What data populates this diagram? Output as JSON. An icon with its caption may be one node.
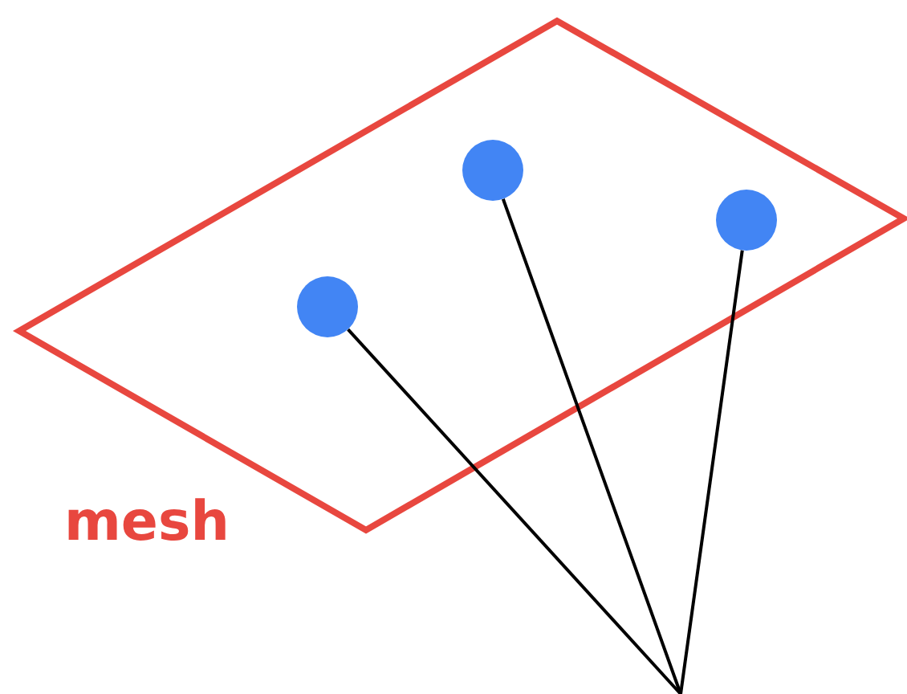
{
  "diagram": {
    "nodes": [
      {
        "text": [
          "mesh"
        ]
      },
      {
        "text": [],
        "shape": "circle",
        "in": 0
      },
      {
        "text": [],
        "shape": "circle",
        "in": 0
      },
      {
        "text": [],
        "shape": "circle",
        "in": 0
      }
    ],
    "edges": [
      {
        "from": 1,
        "to": null,
        "arrow": "none"
      },
      {
        "from": 2,
        "to": null,
        "arrow": "none"
      },
      {
        "from": 3,
        "to": null,
        "arrow": "none"
      }
    ]
  }
}
